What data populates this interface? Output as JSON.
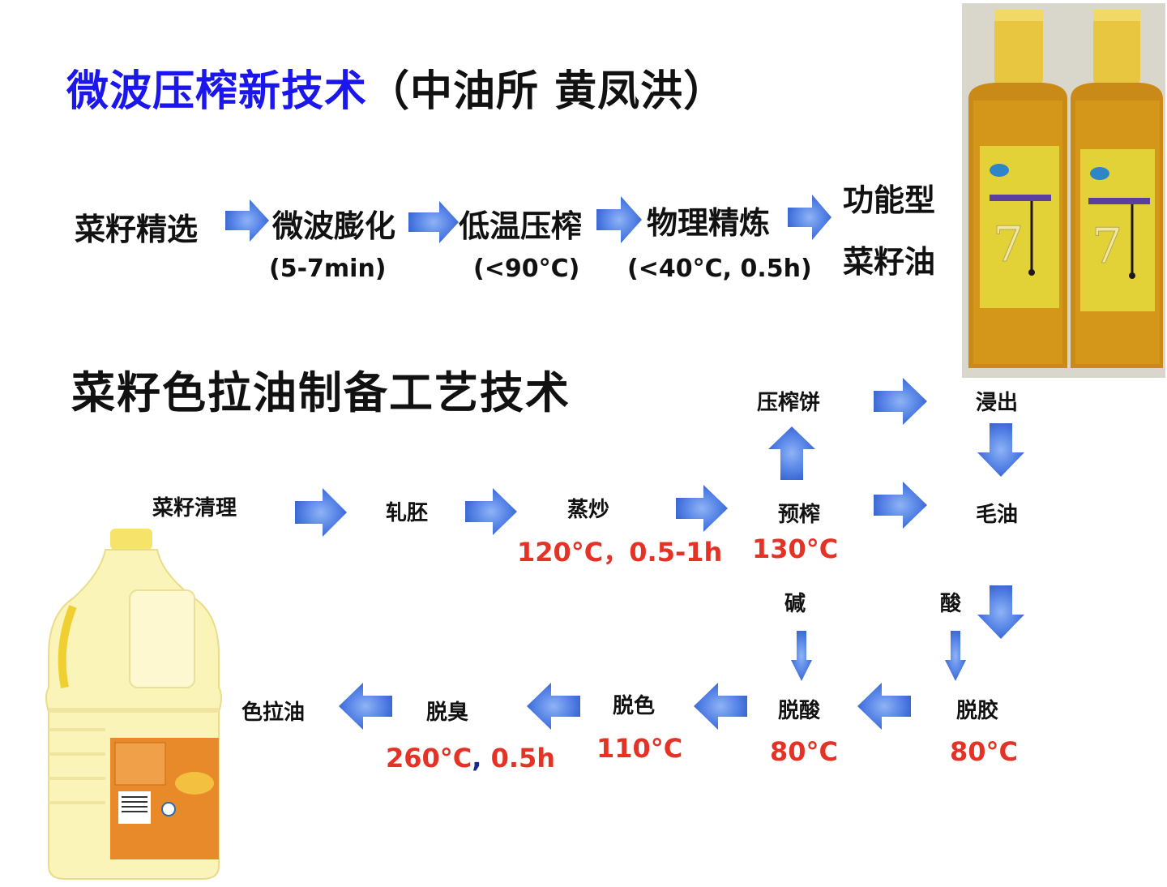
{
  "header": {
    "title_highlight": "微波压榨新技术",
    "title_rest": "（中油所  黄凤洪）"
  },
  "microwave_process": {
    "steps": [
      {
        "label": "菜籽精选",
        "param": ""
      },
      {
        "label": "微波膨化",
        "param": "(5-7min)"
      },
      {
        "label": "低温压榨",
        "param": "(<90°C)"
      },
      {
        "label": "物理精炼",
        "param": "(<40°C, 0.5h)"
      }
    ],
    "product_line1": "功能型",
    "product_line2": "菜籽油"
  },
  "salad_oil_process": {
    "title": "菜籽色拉油制备工艺技术",
    "nodes": {
      "cleaning": "菜籽清理",
      "flaking": "轧胚",
      "cooking": "蒸炒",
      "cooking_param": "120°C，0.5-1h",
      "prepress": "预榨",
      "prepress_param": "130°C",
      "press_cake": "压榨饼",
      "extraction": "浸出",
      "crude_oil": "毛油",
      "alkali": "碱",
      "acid": "酸",
      "degumming": "脱胶",
      "degumming_param": "80°C",
      "deacidification": "脱酸",
      "deacidification_param": "80°C",
      "bleaching": "脱色",
      "bleaching_param": "110°C",
      "deodorization": "脱臭",
      "deodorization_param_a": "260°C",
      "deodorization_param_sep": ",",
      "deodorization_param_b": " 0.5h",
      "salad_oil": "色拉油"
    }
  },
  "colors": {
    "title_blue": "#1a16ec",
    "param_red": "#e53226",
    "arrow_blue": "#4a78e0"
  },
  "images": {
    "top_right": "two-bottles-functional-rapeseed-oil",
    "bottom_left": "salad-oil-jug"
  }
}
